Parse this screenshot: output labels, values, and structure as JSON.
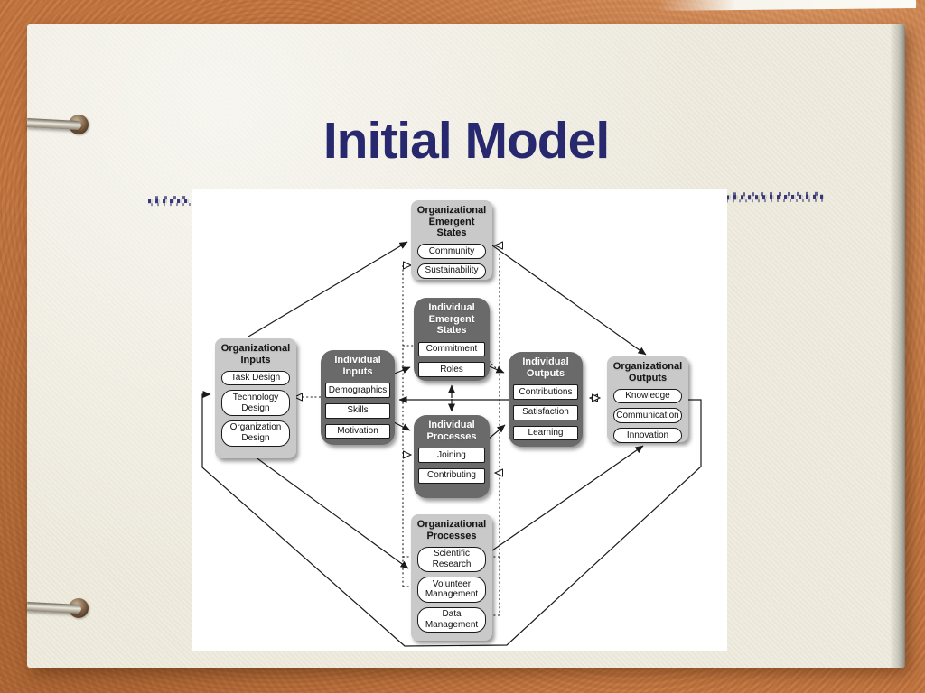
{
  "slide": {
    "title": "Initial Model"
  },
  "colors": {
    "frame_background": "#bf7440",
    "page": "#edeadd",
    "title_text": "#28286e",
    "underline_scribble": "#28286e",
    "box_light_fill": "#c9c9c9",
    "box_dark_fill": "#6a6a6a",
    "diagram_panel": "#ffffff",
    "line_color": "#1a1a1a"
  },
  "diagram": {
    "boxes": [
      {
        "id": "organizational-emergent-states",
        "title": "Organizational Emergent States",
        "style": "light",
        "items": [
          "Community",
          "Sustainability"
        ]
      },
      {
        "id": "individual-emergent-states",
        "title": "Individual Emergent States",
        "style": "dark",
        "items": [
          "Commitment",
          "Roles"
        ]
      },
      {
        "id": "organizational-inputs",
        "title": "Organizational Inputs",
        "style": "light",
        "items": [
          "Task Design",
          "Technology Design",
          "Organization Design"
        ]
      },
      {
        "id": "individual-inputs",
        "title": "Individual Inputs",
        "style": "dark",
        "items": [
          "Demographics",
          "Skills",
          "Motivation"
        ]
      },
      {
        "id": "individual-outputs",
        "title": "Individual Outputs",
        "style": "dark",
        "items": [
          "Contributions",
          "Satisfaction",
          "Learning"
        ]
      },
      {
        "id": "organizational-outputs",
        "title": "Organizational Outputs",
        "style": "light",
        "items": [
          "Knowledge",
          "Communication",
          "Innovation"
        ]
      },
      {
        "id": "individual-processes",
        "title": "Individual Processes",
        "style": "dark",
        "items": [
          "Joining",
          "Contributing"
        ]
      },
      {
        "id": "organizational-processes",
        "title": "Organizational Processes",
        "style": "light",
        "items": [
          "Scientific Research",
          "Volunteer Management",
          "Data Management"
        ]
      }
    ]
  }
}
